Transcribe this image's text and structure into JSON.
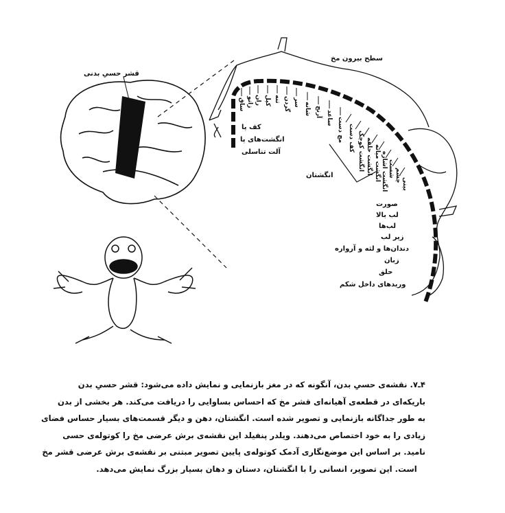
{
  "figure": {
    "brain_label": "قشر حسیِ بدنی",
    "surface_label": "سطح بیرون مخ",
    "left_labels": [
      "کف پا",
      "انگشت‌های پا",
      "آلت تناسلی"
    ],
    "fingers_label": "انگشتان",
    "arc_labels": [
      "ساق",
      "زانو",
      "ران",
      "کپل",
      "تنه",
      "گردن",
      "سر",
      "شانه",
      "آرنج",
      "ساعد",
      "مچ دست",
      "کف دست",
      "انگشت کوچک",
      "انگشت حلقه",
      "انگشت میانه",
      "انگشت اشاره",
      "شست",
      "چشم",
      "بینی"
    ],
    "face_labels": [
      "صورت",
      "لب بالا",
      "لب‌ها",
      "زیر لب",
      "دندان‌ها و لثه و آرواره",
      "زبان",
      "حلق",
      "وریدهای داخل شکم"
    ]
  },
  "caption": {
    "lines": [
      "۴ـ۷. نقشه‌ی حسیِ بدن، آنگونه که در مغز بازنمایی و نمایش داده می‌شود: قشر حسیِ بدن",
      "باریکه‌ای در قطعه‌ی آهیانه‌ای قشر مخ که احساس بساوایی را دریافت می‌کند. هر بخشی از بدن",
      "به طور جداگانه بازنمایی و تصویر شده است. انگشتان، دهن و دیگر قسمت‌های بسیار حساس فضای",
      "زیادی را به خود اختصاص می‌دهند. ویلدر پنفیلد این نقشه‌ی برش عرضی مخ را کوتوله‌ی حسی",
      "نامید. بر اساس این موضع‌نگاری آدمک کوتوله‌ی پایین تصویر مبتنی بر نقشه‌ی برش عرضی قشر مخ",
      "است. این تصویر، انسانی را با انگشتان، دستان و دهان بسیار بزرگ نمایش می‌دهد."
    ]
  }
}
